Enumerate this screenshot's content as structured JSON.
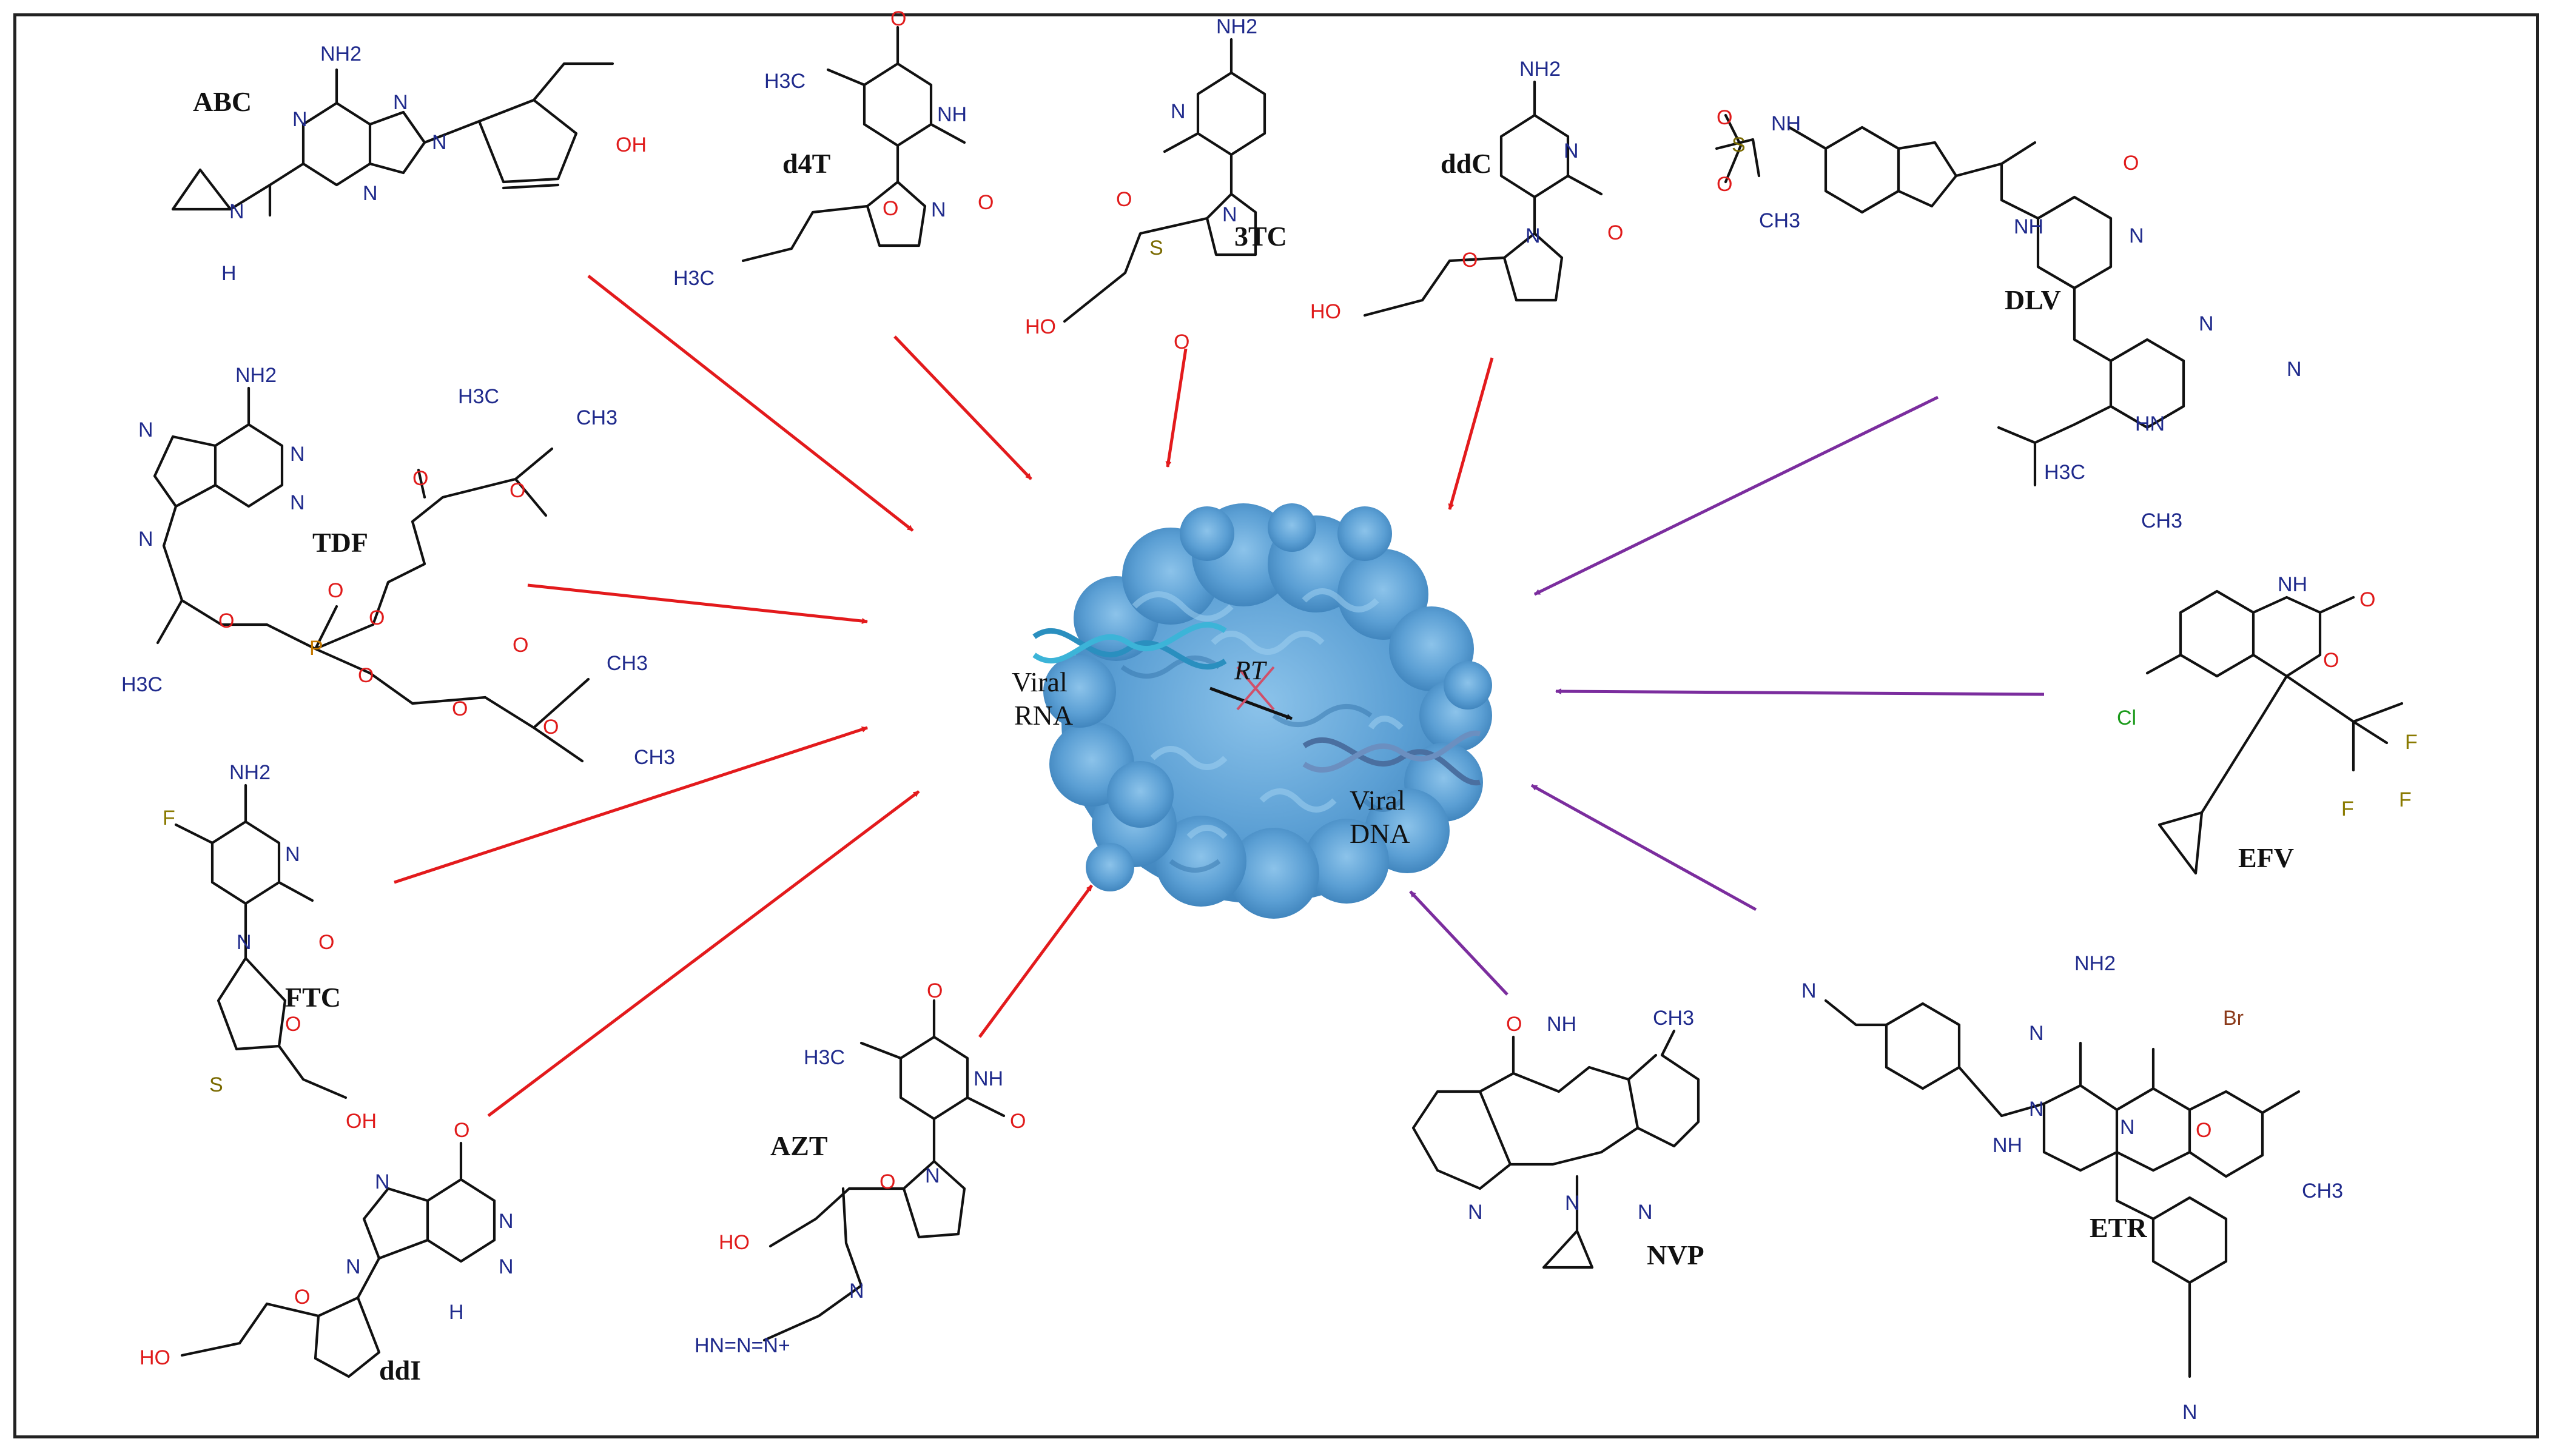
{
  "center": {
    "viral_rna_line1": "Viral",
    "viral_rna_line2": "RNA",
    "viral_dna_line1": "Viral",
    "viral_dna_line2": "DNA",
    "enzyme": "RT"
  },
  "colors": {
    "nrti_arrow": "#e31a1c",
    "nnrti_arrow": "#7b2d9e",
    "protein": "#5b9fd4",
    "rna": "#2a8fbf",
    "dna": "#4a6fa0"
  },
  "drugs": {
    "abc": "ABC",
    "d4t": "d4T",
    "three_tc": "3TC",
    "ddc": "ddC",
    "dlv": "DLV",
    "tdf": "TDF",
    "efv": "EFV",
    "ftc": "FTC",
    "etr": "ETR",
    "ddi": "ddI",
    "azt": "AZT",
    "nvp": "NVP"
  },
  "atoms": {
    "nh2": "NH2",
    "oh": "OH",
    "ho": "HO",
    "n": "N",
    "o": "O",
    "s": "S",
    "p": "P",
    "f": "F",
    "cl": "Cl",
    "br": "Br",
    "h": "H",
    "nh": "NH",
    "hn": "HN",
    "ch3": "CH3",
    "h3c": "H3C",
    "azide": "HN=N=N+"
  }
}
